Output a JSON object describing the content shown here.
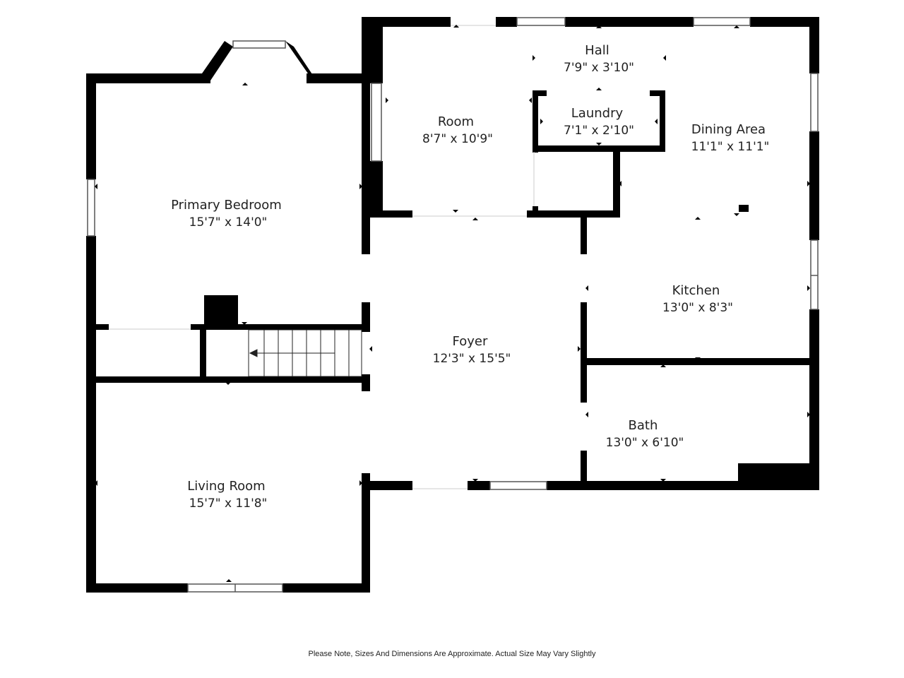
{
  "colors": {
    "wall": "#000000",
    "background": "#ffffff",
    "text": "#222222",
    "window_frame": "#555555"
  },
  "rooms": {
    "hall": {
      "name": "Hall",
      "dims": "7'9\" x 3'10\""
    },
    "room": {
      "name": "Room",
      "dims": "8'7\" x 10'9\""
    },
    "laundry": {
      "name": "Laundry",
      "dims": "7'1\" x 2'10\""
    },
    "dining": {
      "name": "Dining Area",
      "dims": "11'1\" x 11'1\""
    },
    "primary_bedroom": {
      "name": "Primary Bedroom",
      "dims": "15'7\" x 14'0\""
    },
    "kitchen": {
      "name": "Kitchen",
      "dims": "13'0\" x 8'3\""
    },
    "foyer": {
      "name": "Foyer",
      "dims": "12'3\" x 15'5\""
    },
    "bath": {
      "name": "Bath",
      "dims": "13'0\" x 6'10\""
    },
    "living_room": {
      "name": "Living Room",
      "dims": "15'7\" x 11'8\""
    }
  },
  "footer": {
    "note": "Please Note, Sizes And Dimensions Are Approximate. Actual Size May Vary Slightly"
  }
}
